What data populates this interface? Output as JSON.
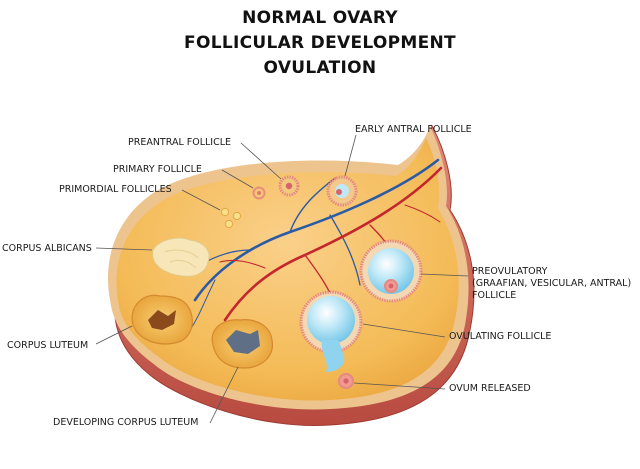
{
  "title": {
    "line1": "NORMAL OVARY",
    "line2": "FOLLICULAR DEVELOPMENT",
    "line3": "OVULATION"
  },
  "labels": {
    "preantral": "PREANTRAL FOLLICLE",
    "primary": "PRIMARY FOLLICLE",
    "primordial": "PRIMORDIAL FOLLICLES",
    "corpus_albicans": "CORPUS ALBICANS",
    "corpus_luteum": "CORPUS LUTEUM",
    "developing_corpus_luteum": "DEVELOPING CORPUS LUTEUM",
    "early_antral": "EARLY ANTRAL FOLLICLE",
    "preovulatory_1": "PREOVULATORY",
    "preovulatory_2": "(GRAAFIAN, VESICULAR, ANTRAL)",
    "preovulatory_3": "FOLLICLE",
    "ovulating": "OVULATING FOLLICLE",
    "ovum_released": "OVUM RELEASED"
  },
  "colors": {
    "ovary_inner": "#f4bb57",
    "ovary_rim": "#e9c08a",
    "ovary_outer": "#c75a4e",
    "artery": "#c4262e",
    "vein": "#2b5aa6",
    "follicle_fluid": "#8fd3ee",
    "luteum": "#f3b548",
    "albicans": "#f6e6b8"
  }
}
